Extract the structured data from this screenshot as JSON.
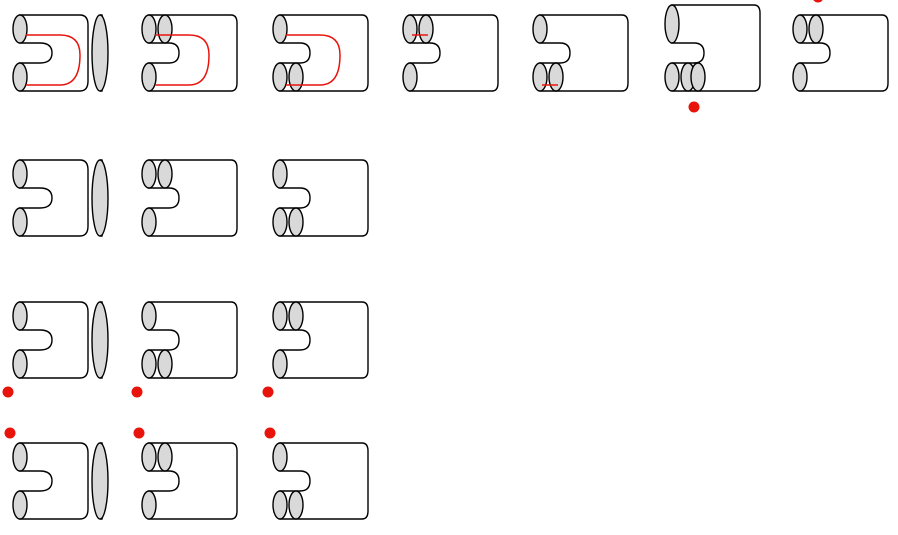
{
  "colors": {
    "outline": "#000000",
    "cylinder_end": "#d9d9d9",
    "surface": "#ffffff",
    "arc": "#e8140c",
    "marker": "#e8140c"
  },
  "rows": [
    [
      {
        "shape": "bend-disc",
        "arc": "bend"
      },
      {
        "shape": "mid-bend",
        "arc": "bend"
      },
      {
        "shape": "low-bend",
        "arc": "bend"
      },
      {
        "shape": "mid-split",
        "arc": "cap-top"
      },
      {
        "shape": "low-split",
        "arc": "cap-bottom"
      },
      {
        "shape": "low-split-wide",
        "marker": "bottom-mid"
      },
      {
        "shape": "mid-split",
        "marker": "top-mid"
      }
    ],
    [
      {
        "shape": "bend-disc"
      },
      {
        "shape": "mid-bend"
      },
      {
        "shape": "low-bend"
      }
    ],
    [
      {
        "shape": "bend-disc",
        "marker": "bottom-left"
      },
      {
        "shape": "low-bend",
        "marker": "bottom-left"
      },
      {
        "shape": "mid-bend-flip",
        "marker": "bottom-left"
      }
    ],
    [
      {
        "shape": "bend-disc",
        "marker": "top-left"
      },
      {
        "shape": "mid-bend",
        "marker": "top-left"
      },
      {
        "shape": "low-bend",
        "marker": "top-left"
      }
    ]
  ]
}
